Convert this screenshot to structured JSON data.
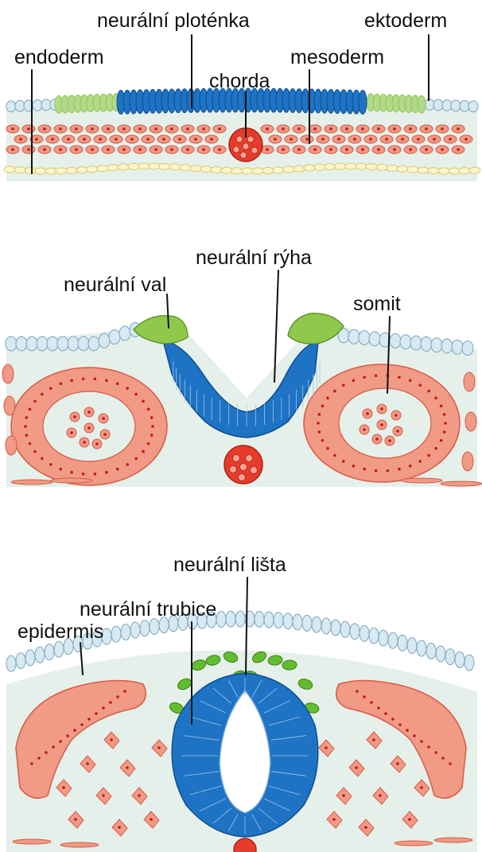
{
  "labels": {
    "neural_plate": "neurální ploténka",
    "ectoderm": "ektoderm",
    "endoderm": "endoderm",
    "mesoderm": "mesoderm",
    "chorda": "chorda",
    "neural_groove": "neurální rýha",
    "neural_fold": "neurální val",
    "somite": "somit",
    "neural_crest": "neurální lišta",
    "neural_tube": "neurální trubice",
    "epidermis": "epidermis"
  },
  "colors": {
    "neural": "#1e73c4",
    "neural_stroke": "#0d4f91",
    "crest": "#8fc84a",
    "crest_light": "#b3d98a",
    "crest_bright": "#62bd2e",
    "ectoderm": "#d7e9f2",
    "ectoderm_stroke": "#7aa6bc",
    "endoderm": "#fbf5c9",
    "endoderm_stroke": "#d8c676",
    "mesoderm": "#f19a86",
    "mesoderm_stroke": "#d65a45",
    "chorda": "#e63c2c",
    "chorda_cell": "#f6a394",
    "background": "#e6f0ea",
    "nucleus": "#c01a1a",
    "leader": "#111111"
  }
}
